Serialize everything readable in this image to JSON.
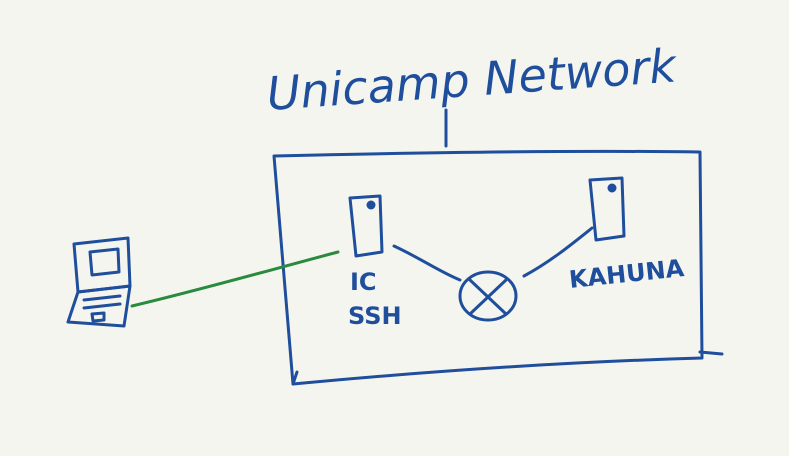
{
  "title": "Unicamp Network",
  "nodes": {
    "ic": {
      "line1": "IC",
      "line2": "SSH"
    },
    "kahuna": {
      "label": "KAHUNA"
    }
  },
  "colors": {
    "ink": "#1f4e9c",
    "link": "#2a8a3e",
    "background": "#f5f5f0"
  }
}
